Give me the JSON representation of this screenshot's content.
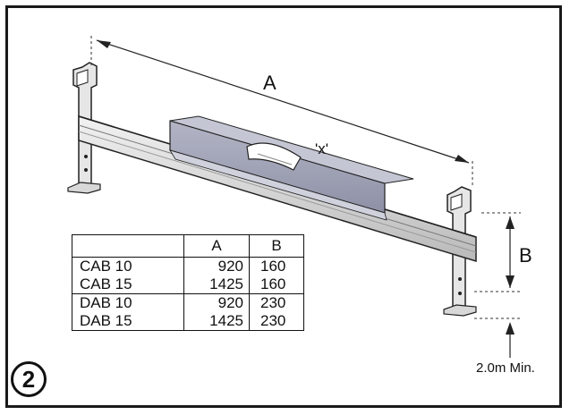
{
  "diagram": {
    "dimension_a_label": "A",
    "dimension_b_label": "B",
    "level_mark_label": "'x'",
    "min_height_label": "2.0m Min.",
    "step_number": "2"
  },
  "table": {
    "headers": [
      "",
      "A",
      "B"
    ],
    "groups": [
      {
        "rows": [
          {
            "model": "CAB 10",
            "a": "920",
            "b": "160"
          },
          {
            "model": "CAB 15",
            "a": "1425",
            "b": "160"
          }
        ]
      },
      {
        "rows": [
          {
            "model": "DAB 10",
            "a": "920",
            "b": "230"
          },
          {
            "model": "DAB 15",
            "a": "1425",
            "b": "230"
          }
        ]
      }
    ]
  },
  "colors": {
    "rail_light": "#e9e9e9",
    "rail_dark": "#a8a8a8",
    "level_top": "#a9abbd",
    "level_side": "#8d90a6",
    "outline": "#222222"
  }
}
